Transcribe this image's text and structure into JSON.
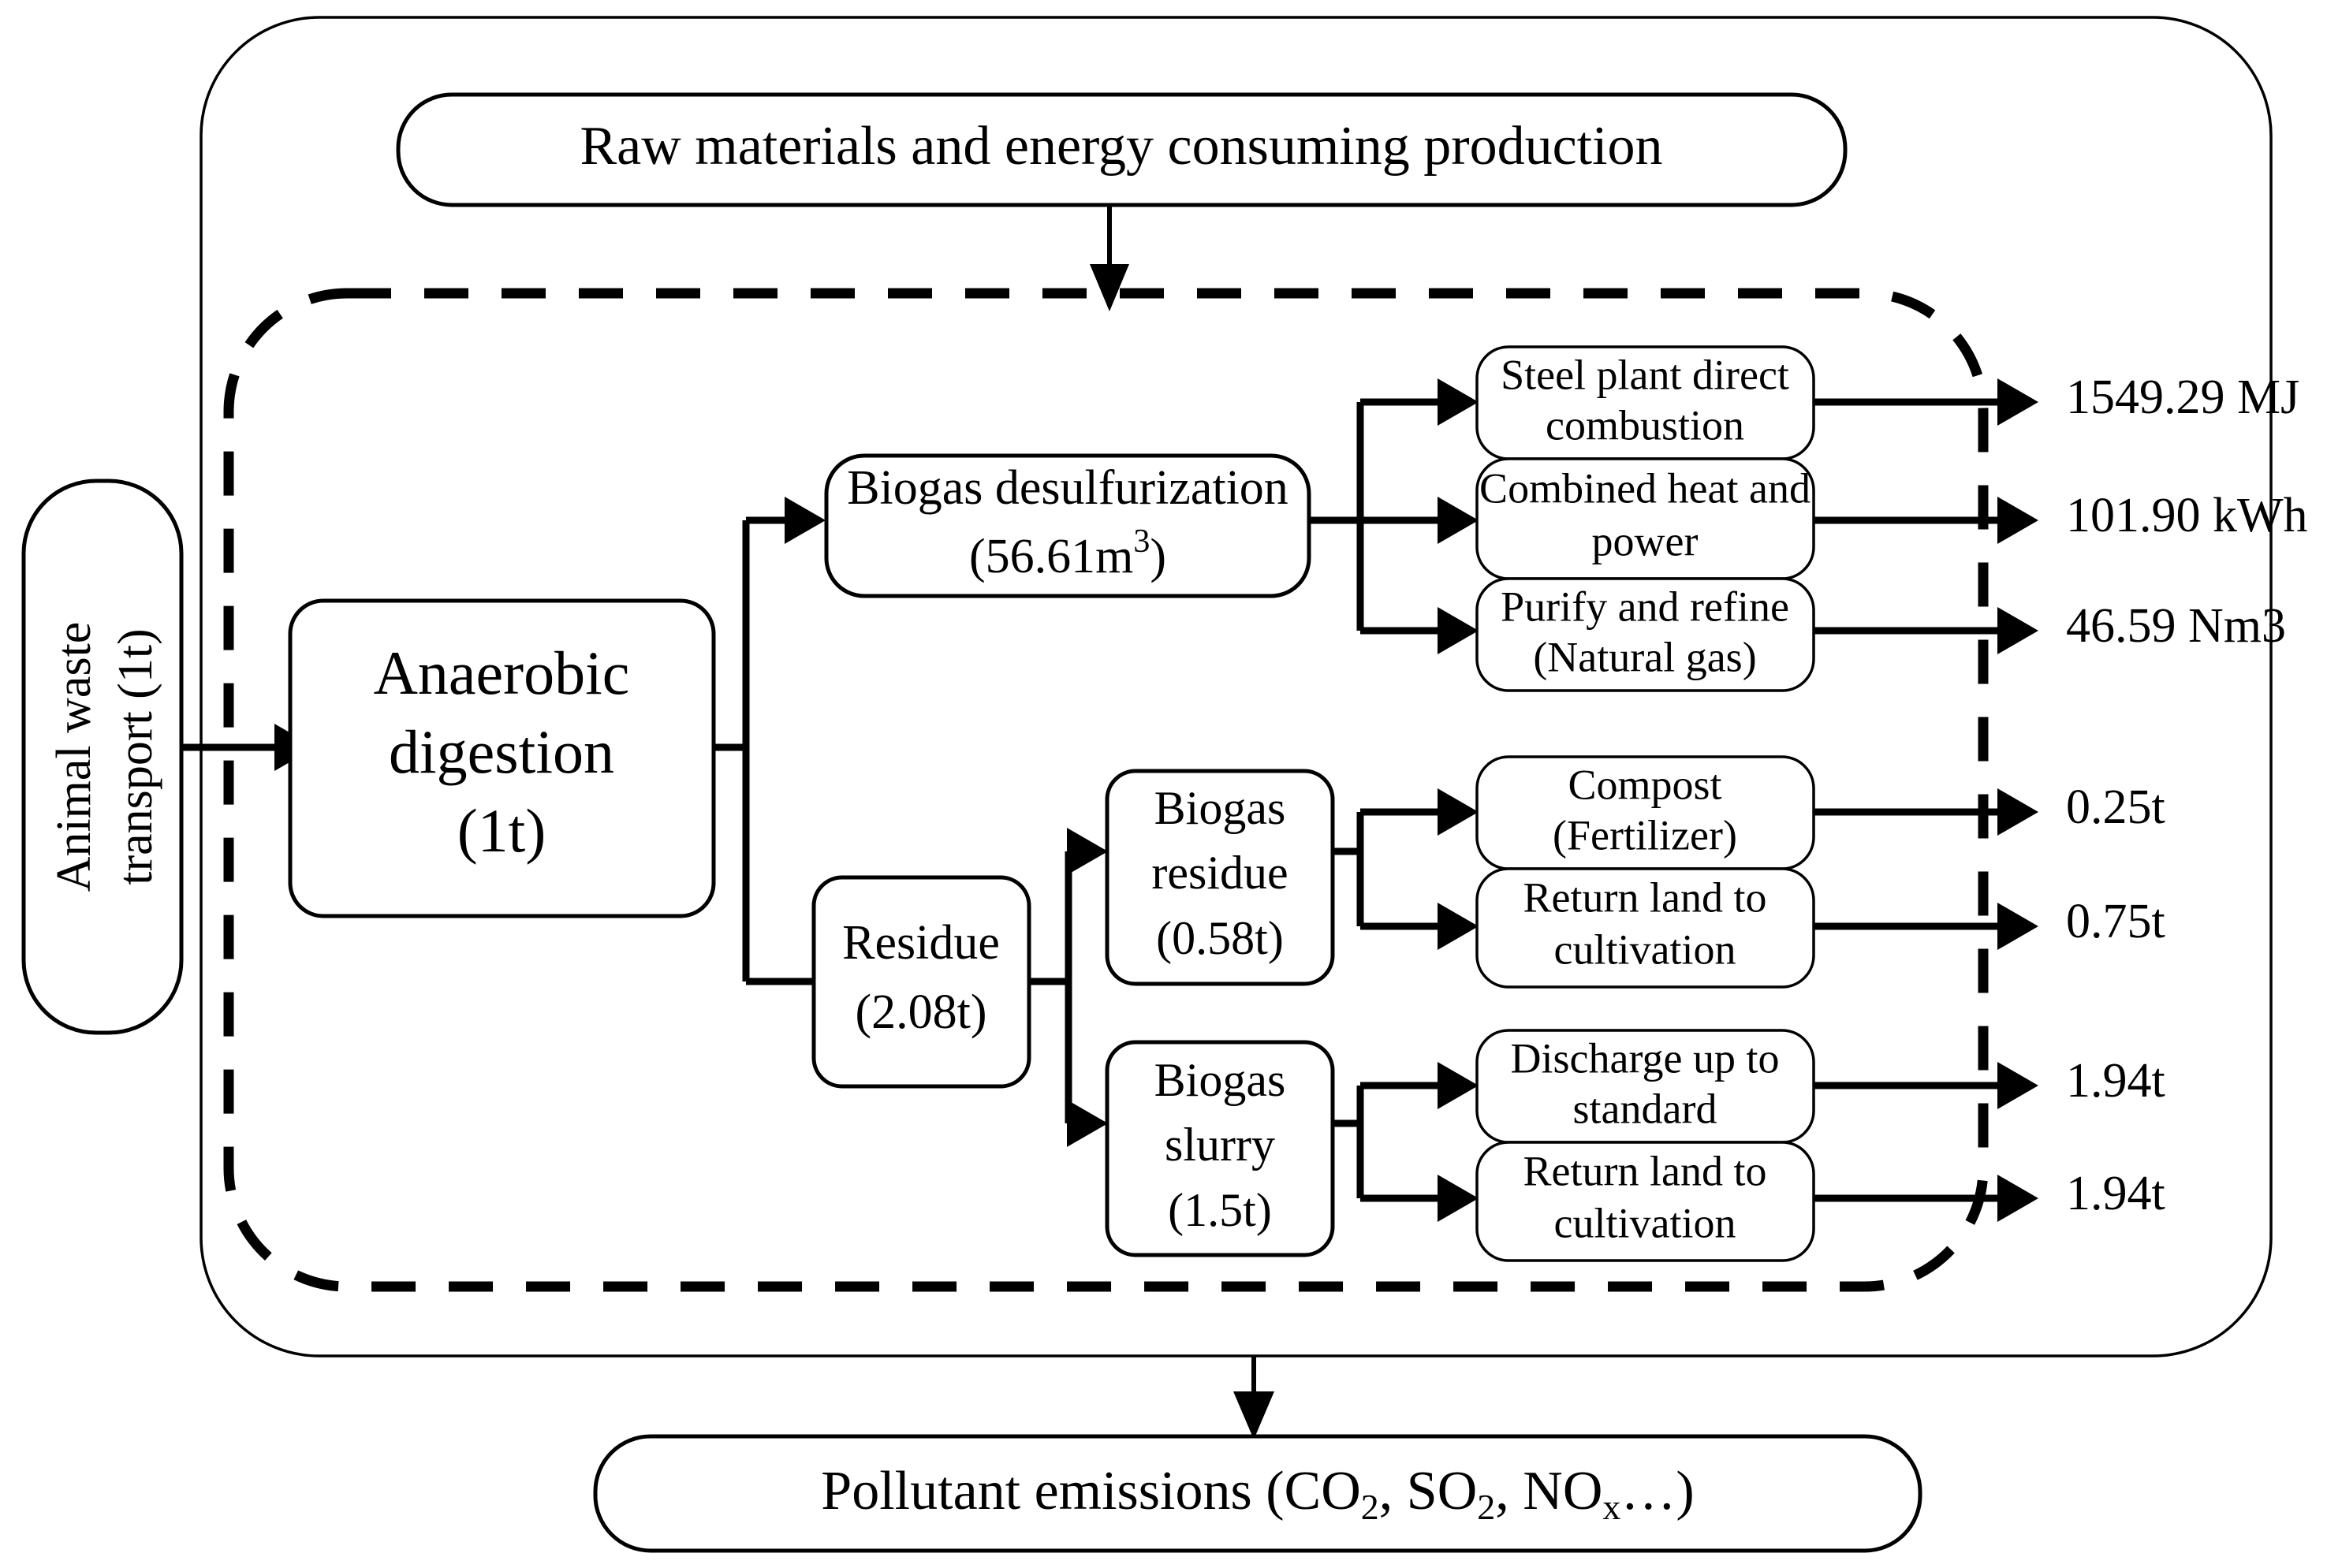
{
  "figure": {
    "title_hidden": "",
    "stroke_color": "#000000",
    "background_color": "#ffffff"
  },
  "boundaries": {
    "outer_system": {
      "name": "system-boundary",
      "style": "solid-rounded"
    },
    "inner_process": {
      "name": "process-boundary",
      "style": "dashed-rounded"
    }
  },
  "input_node": {
    "label_line1": "Animal waste",
    "label_line2": "transport (1t)",
    "orientation": "vertical"
  },
  "top_node": {
    "label": "Raw materials and energy consuming production"
  },
  "bottom_node": {
    "label_prefix": "Pollutant emissions (CO",
    "sub1": "2",
    "label_mid1": ", SO",
    "sub2": "2",
    "label_mid2": ", NO",
    "sub3": "x",
    "label_suffix": "…)"
  },
  "core_node": {
    "line1": "Anaerobic",
    "line2": "digestion",
    "line3": "(1t)"
  },
  "stage2": [
    {
      "name": "biogas-desulfurization",
      "line1": "Biogas desulfurization",
      "line2_prefix": "(56.61m",
      "line2_sup": "3",
      "line2_suffix": ")"
    },
    {
      "name": "residue",
      "line1": "Residue",
      "line2": "(2.08t)"
    }
  ],
  "stage3": [
    {
      "name": "biogas-residue",
      "line1": "Biogas",
      "line2": "residue",
      "line3": "(0.58t)"
    },
    {
      "name": "biogas-slurry",
      "line1": "Biogas",
      "line2": "slurry",
      "line3": "(1.5t)"
    }
  ],
  "outputs": [
    {
      "name": "steel-plant-direct-combustion",
      "line1": "Steel plant direct",
      "line2": "combustion",
      "value": "1549.29 MJ"
    },
    {
      "name": "combined-heat-and-power",
      "line1": "Combined heat and",
      "line2": "power",
      "value": "101.90 kWh"
    },
    {
      "name": "purify-and-refine",
      "line1": "Purify and refine",
      "line2": "(Natural gas)",
      "value": "46.59 Nm3"
    },
    {
      "name": "compost-fertilizer",
      "line1": "Compost",
      "line2": "(Fertilizer)",
      "value": "0.25t"
    },
    {
      "name": "return-land-to-cultivation-residue",
      "line1": "Return land to",
      "line2": "cultivation",
      "value": "0.75t"
    },
    {
      "name": "discharge-up-to-standard",
      "line1": "Discharge up to",
      "line2": "standard",
      "value": "1.94t"
    },
    {
      "name": "return-land-to-cultivation-slurry",
      "line1": "Return land to",
      "line2": "cultivation",
      "value": "1.94t"
    }
  ]
}
